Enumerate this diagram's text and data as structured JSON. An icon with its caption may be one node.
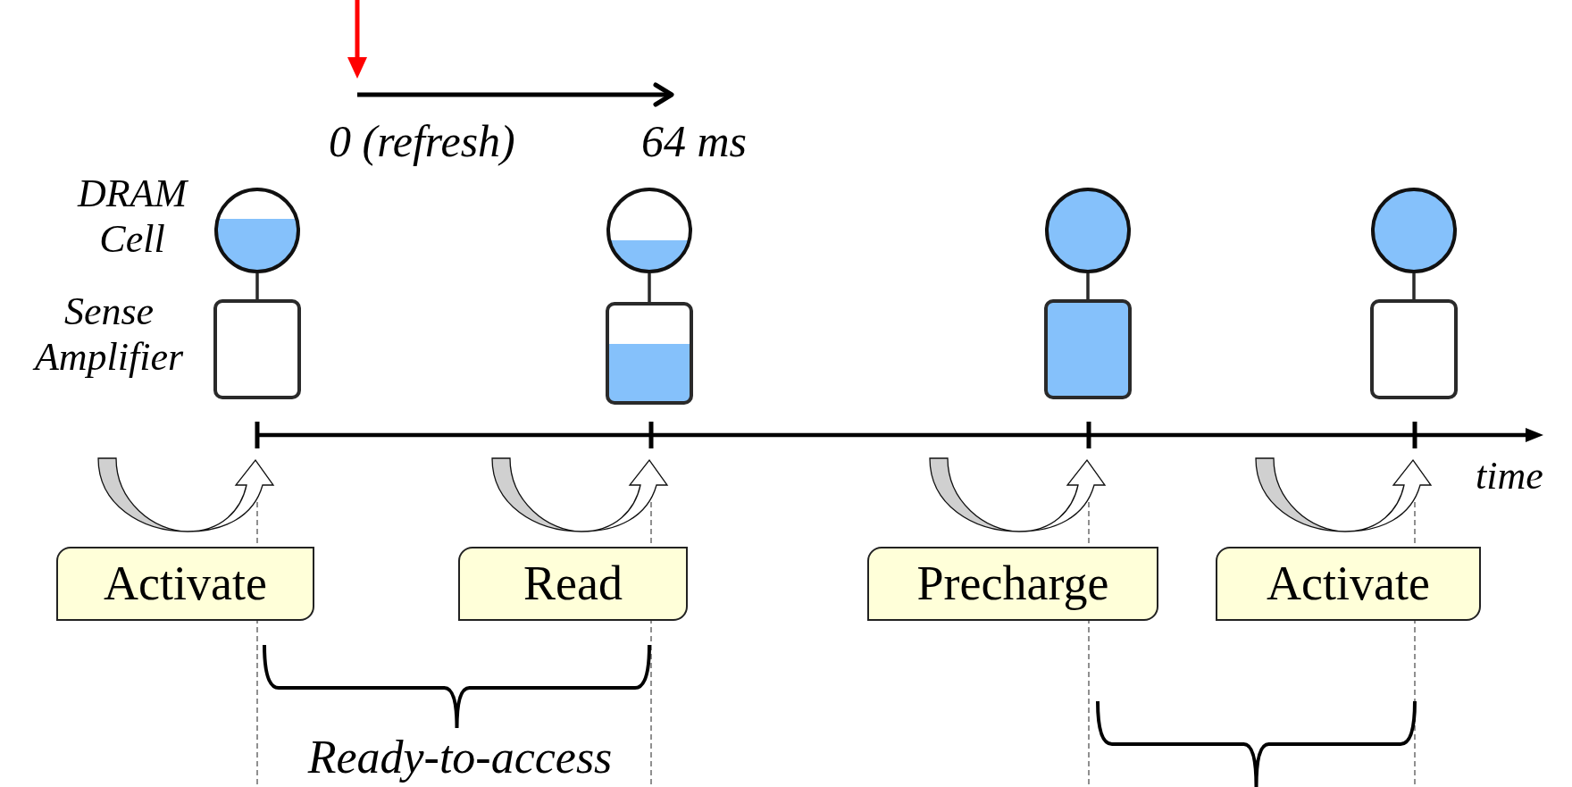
{
  "diagram": {
    "nodes": [
      {
        "text": [],
        "shape": "circle"
      },
      {
        "text": [],
        "shape": "circle"
      },
      {
        "text": [],
        "shape": "circle"
      },
      {
        "text": [],
        "shape": "circle"
      },
      {
        "text": [],
        "shape": "box"
      },
      {
        "text": [],
        "shape": "box"
      },
      {
        "text": [],
        "shape": "box"
      },
      {
        "text": [],
        "shape": "box"
      },
      {
        "text": [
          "Activate"
        ]
      },
      {
        "text": [
          "Read"
        ]
      },
      {
        "text": [
          "Precharge"
        ]
      },
      {
        "text": [
          "Activate"
        ]
      }
    ],
    "edges": [
      {
        "from": 0,
        "to": 4,
        "arrow": "none"
      },
      {
        "from": 1,
        "to": 5,
        "arrow": "none"
      },
      {
        "from": 2,
        "to": 6,
        "arrow": "none"
      },
      {
        "from": 3,
        "to": 7,
        "arrow": "none"
      }
    ],
    "labels": [
      "0 (refresh)",
      "64 ms",
      "DRAM Cell",
      "Sense Amplifier",
      "time",
      "Ready-to-access"
    ]
  }
}
